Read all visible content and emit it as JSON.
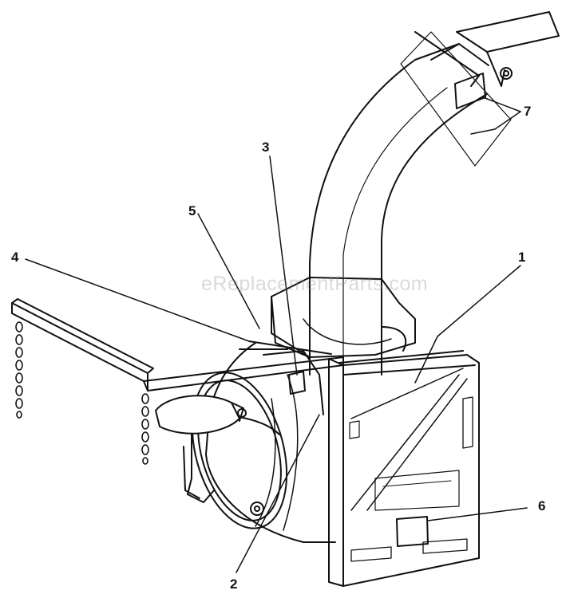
{
  "diagram": {
    "callouts": [
      {
        "id": "1",
        "label": "1"
      },
      {
        "id": "2",
        "label": "2"
      },
      {
        "id": "3",
        "label": "3"
      },
      {
        "id": "4",
        "label": "4"
      },
      {
        "id": "5",
        "label": "5"
      },
      {
        "id": "6",
        "label": "6"
      },
      {
        "id": "7",
        "label": "7"
      }
    ],
    "watermark": "eReplacementParts.com",
    "colors": {
      "line": "#111111",
      "background": "#ffffff",
      "watermark": "#969696"
    }
  }
}
